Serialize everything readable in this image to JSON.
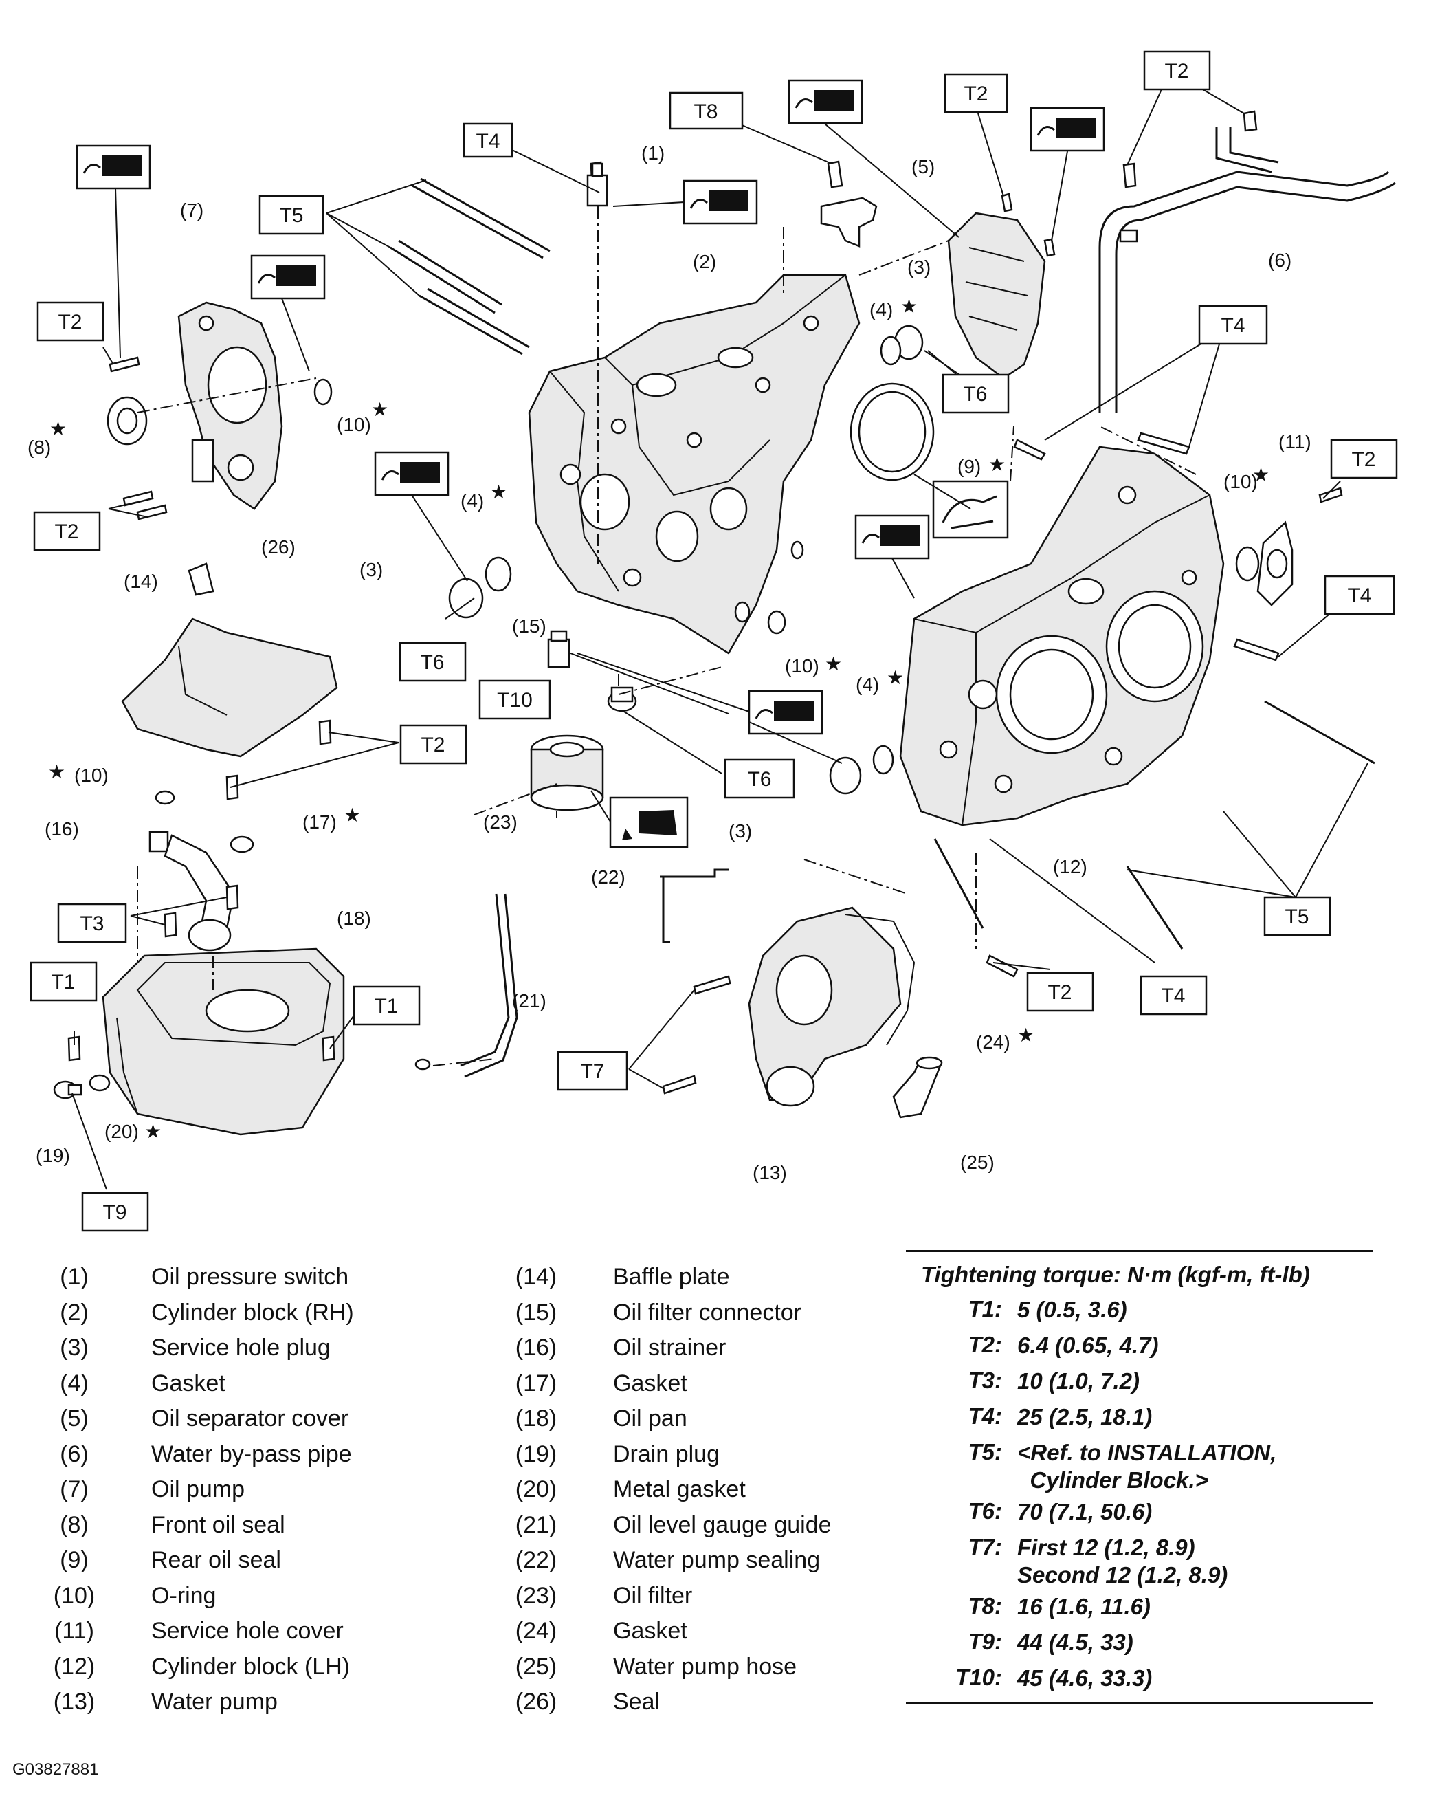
{
  "callouts": {
    "T1": "T1",
    "T2": "T2",
    "T3": "T3",
    "T4": "T4",
    "T5": "T5",
    "T6": "T6",
    "T7": "T7",
    "T8": "T8",
    "T9": "T9",
    "T10": "T10"
  },
  "parts": [
    {
      "num": "(1)",
      "name": "Oil pressure switch"
    },
    {
      "num": "(2)",
      "name": "Cylinder block (RH)"
    },
    {
      "num": "(3)",
      "name": "Service hole plug"
    },
    {
      "num": "(4)",
      "name": "Gasket"
    },
    {
      "num": "(5)",
      "name": "Oil separator cover"
    },
    {
      "num": "(6)",
      "name": "Water by-pass pipe"
    },
    {
      "num": "(7)",
      "name": "Oil pump"
    },
    {
      "num": "(8)",
      "name": "Front oil seal"
    },
    {
      "num": "(9)",
      "name": "Rear oil seal"
    },
    {
      "num": "(10)",
      "name": "O-ring"
    },
    {
      "num": "(11)",
      "name": "Service hole cover"
    },
    {
      "num": "(12)",
      "name": "Cylinder block (LH)"
    },
    {
      "num": "(13)",
      "name": "Water pump"
    },
    {
      "num": "(14)",
      "name": "Baffle plate"
    },
    {
      "num": "(15)",
      "name": "Oil filter connector"
    },
    {
      "num": "(16)",
      "name": "Oil strainer"
    },
    {
      "num": "(17)",
      "name": "Gasket"
    },
    {
      "num": "(18)",
      "name": "Oil pan"
    },
    {
      "num": "(19)",
      "name": "Drain plug"
    },
    {
      "num": "(20)",
      "name": "Metal gasket"
    },
    {
      "num": "(21)",
      "name": "Oil level gauge guide"
    },
    {
      "num": "(22)",
      "name": "Water pump sealing"
    },
    {
      "num": "(23)",
      "name": "Oil filter"
    },
    {
      "num": "(24)",
      "name": "Gasket"
    },
    {
      "num": "(25)",
      "name": "Water pump hose"
    },
    {
      "num": "(26)",
      "name": "Seal"
    }
  ],
  "torque": {
    "title": "Tightening torque: N·m (kgf-m, ft-lb)",
    "rows": [
      {
        "key": "T1:",
        "lines": [
          "5 (0.5, 3.6)"
        ]
      },
      {
        "key": "T2:",
        "lines": [
          "6.4 (0.65, 4.7)"
        ]
      },
      {
        "key": "T3:",
        "lines": [
          "10 (1.0, 7.2)"
        ]
      },
      {
        "key": "T4:",
        "lines": [
          "25 (2.5, 18.1)"
        ]
      },
      {
        "key": "T5:",
        "lines": [
          "<Ref. to INSTALLATION,",
          "  Cylinder Block.>"
        ]
      },
      {
        "key": "T6:",
        "lines": [
          "70 (7.1, 50.6)"
        ]
      },
      {
        "key": "T7:",
        "lines": [
          "First 12 (1.2, 8.9)",
          "Second 12 (1.2, 8.9)"
        ]
      },
      {
        "key": "T8:",
        "lines": [
          "16 (1.6, 11.6)"
        ]
      },
      {
        "key": "T9:",
        "lines": [
          "44 (4.5, 33)"
        ]
      },
      {
        "key": "T10:",
        "lines": [
          "45 (4.6, 33.3)"
        ]
      }
    ]
  },
  "figure_id": "G03827881",
  "star": "★"
}
